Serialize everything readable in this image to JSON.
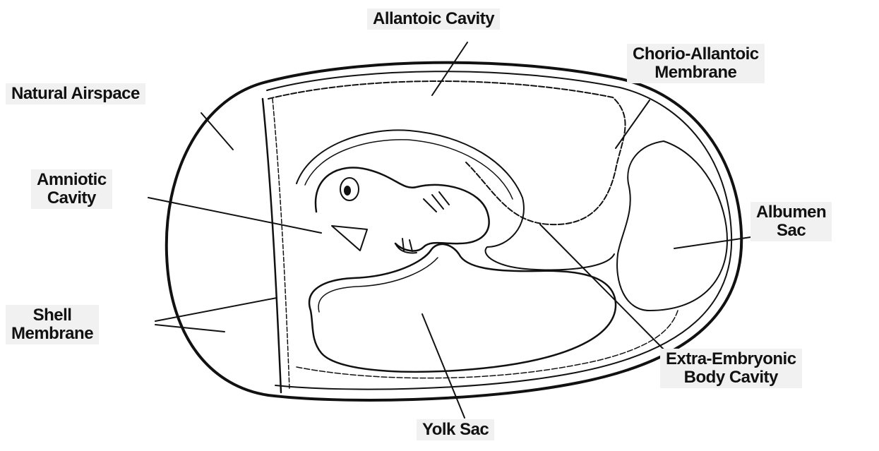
{
  "labels": {
    "allantoic_cavity": "Allantoic Cavity",
    "chorio_allantoic_membrane": [
      "Chorio-Allantoic",
      "Membrane"
    ],
    "natural_airspace": "Natural Airspace",
    "amniotic_cavity": [
      "Amniotic",
      "Cavity"
    ],
    "albumen_sac": [
      "Albumen",
      "Sac"
    ],
    "shell_membrane": [
      "Shell",
      "Membrane"
    ],
    "extra_embryonic_body_cavity": [
      "Extra-Embryonic",
      "Body Cavity"
    ],
    "yolk_sac": "Yolk Sac"
  }
}
